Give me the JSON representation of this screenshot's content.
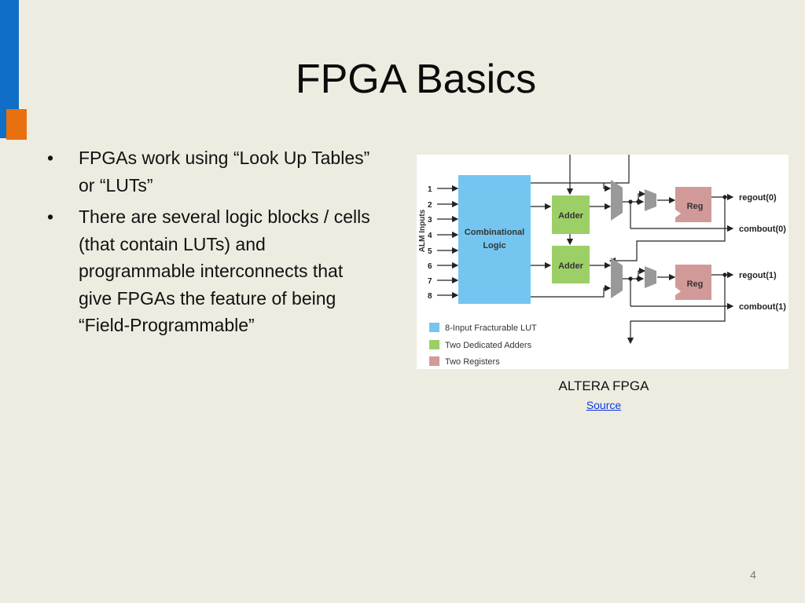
{
  "slide": {
    "title": "FPGA Basics",
    "bullets": [
      "FPGAs work using “Look Up Tables” or “LUTs”",
      "There are several logic blocks / cells (that contain LUTs) and programmable interconnects that give FPGAs the feature of being “Field-Programmable”"
    ],
    "bullet_glyph": "•",
    "caption": "ALTERA FPGA",
    "source_link": "Source",
    "page_number": "4"
  },
  "diagram": {
    "inputs_label": "ALM Inputs",
    "input_numbers": [
      "1",
      "2",
      "3",
      "4",
      "5",
      "6",
      "7",
      "8"
    ],
    "comb_logic_line1": "Combinational",
    "comb_logic_line2": "Logic",
    "adder_label": "Adder",
    "reg_label": "Reg",
    "outputs": [
      "regout(0)",
      "combout(0)",
      "regout(1)",
      "combout(1)"
    ],
    "legend": [
      {
        "label": "8-Input Fracturable LUT",
        "color": "#74c6f0"
      },
      {
        "label": "Two Dedicated Adders",
        "color": "#9ccf66"
      },
      {
        "label": "Two Registers",
        "color": "#d19a98"
      }
    ]
  }
}
